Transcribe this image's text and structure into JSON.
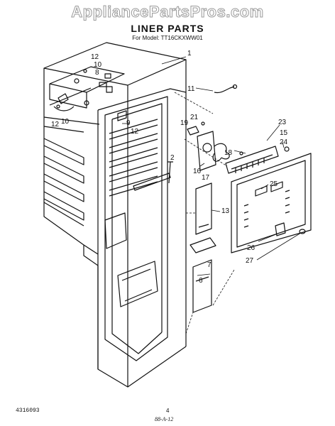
{
  "watermark": "AppliancePartsPros.com",
  "title": "LINER PARTS",
  "subtitle": "For Model: TT16CKXWW01",
  "footer": {
    "doc_number": "4316093",
    "page": "4",
    "code": "88-A-12"
  },
  "callouts": {
    "c1": "1",
    "c2": "2",
    "c6": "6",
    "c7": "7",
    "c8": "8",
    "c9": "9",
    "c10a": "10",
    "c10b": "10",
    "c11": "11",
    "c12a": "12",
    "c12b": "12",
    "c12c": "12",
    "c13": "13",
    "c15": "15",
    "c16": "16",
    "c17": "17",
    "c18": "18",
    "c19": "19",
    "c21": "21",
    "c23": "23",
    "c24": "24",
    "c25": "25",
    "c26": "26",
    "c27": "27"
  }
}
